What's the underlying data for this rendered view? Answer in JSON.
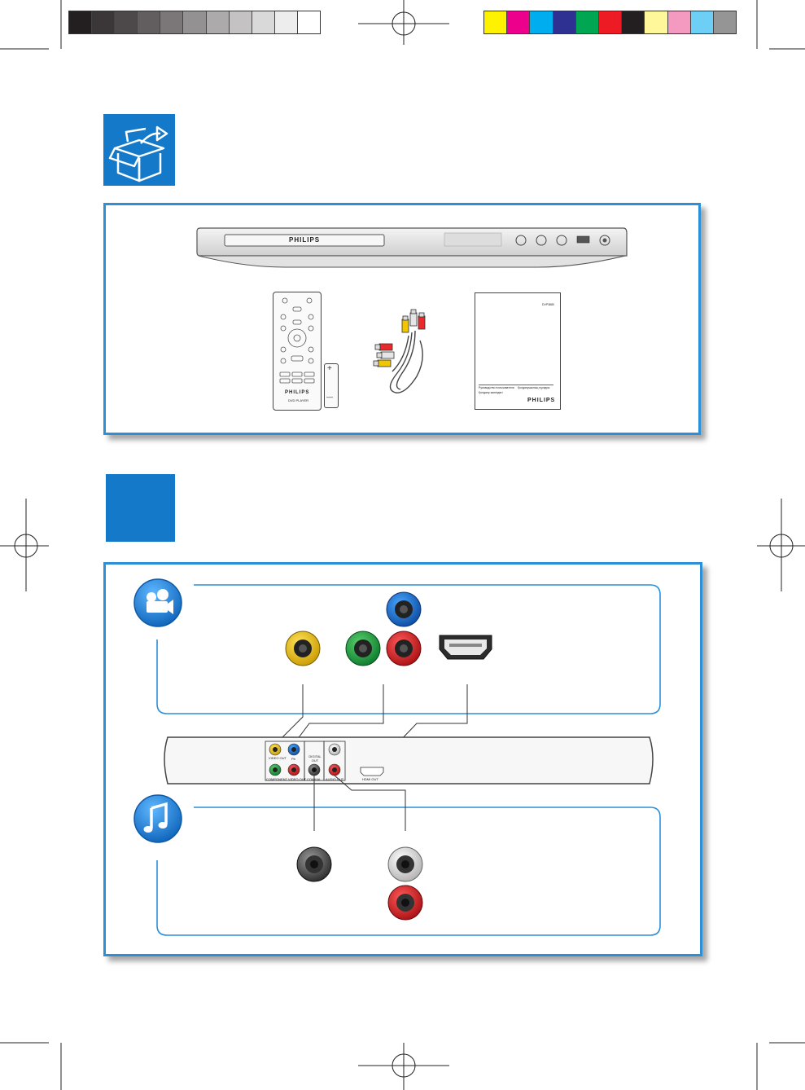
{
  "colors": {
    "accent_blue": "#1479c9",
    "panel_border": "#2d8fd8",
    "gray_swatches": [
      "#231f20",
      "#3b3738",
      "#4d494a",
      "#625e5f",
      "#7b7778",
      "#949192",
      "#acaaab",
      "#c4c2c3",
      "#dad9d9",
      "#ededed",
      "#ffffff"
    ],
    "color_swatches": [
      "#fff200",
      "#ec008c",
      "#00aeef",
      "#2e3192",
      "#00a651",
      "#ed1c24",
      "#231f20",
      "#fff799",
      "#f49ac1",
      "#6dcff6",
      "#959595"
    ]
  },
  "box_section": {
    "icon": "open-box-arrow-icon",
    "player": {
      "brand": "PHILIPS"
    },
    "remote": {
      "brand": "PHILIPS",
      "model": "DVD PLAYER"
    },
    "battery": {
      "plus": "+",
      "minus": "—"
    },
    "manual": {
      "model": "DVP3880",
      "title_left": "Руководство пользователя",
      "title_left_2": "Қолдану жөніндегі",
      "title_right": "Қолданушының нұсқауы",
      "brand": "PHILIPS"
    }
  },
  "connect_section": {
    "video_icon": "video-camera-icon",
    "audio_icon": "music-note-icon",
    "rear_panel": {
      "video_out": "VIDEO OUT",
      "pb": "Pb",
      "component_video_out": "COMPONENT VIDEO OUT",
      "digital_out": "DIGITAL OUT",
      "coaxial": "COAXIAL",
      "audio_out": "AUDIO OUT",
      "hdmi_out": "HDMI OUT"
    }
  }
}
